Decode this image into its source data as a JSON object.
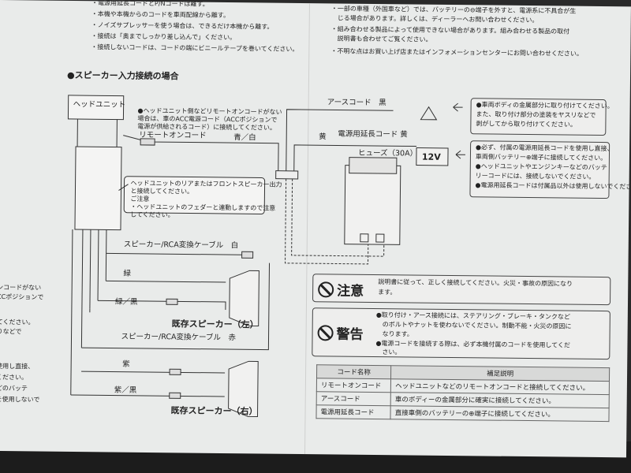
{
  "top_notes_left": [
    "・電源用延長コードとP/Nコードは離す。",
    "・本機や本機からのコードを車両配線から離す。",
    "・ノイズサプレッサーを使う場合は、できるだけ本機から離す。",
    "・接続は「奥までしっかり差し込んで」ください。",
    "・接続しないコードは、コードの端にビニールテープを巻いてください。"
  ],
  "top_notes_right": [
    "・一部の車種（外国車など）では、バッテリーの⊖端子を外すと、電源系に不具合が生",
    "じる場合があります。詳しくは、ディーラーへお問い合わせください。",
    "・組み合わせる製品によって使用できない場合があります。組み合わせる製品の取付",
    "説明書も合わせてご覧ください。",
    "・不明な点はお買い上げ店またはインフォメーションセンターにお問い合わせください。"
  ],
  "heading": "●スピーカー入力接続の場合",
  "diagram": {
    "head_unit": "ヘッドユニット",
    "head_unit_note": "●ヘッドユニット側などリモートオンコードがない\n場合は、車のACC電源コード（ACCポジションで\n電源が供給されるコード）に接続してください。",
    "remote_cord": "リモートオンコード",
    "remote_color": "青／白",
    "earth_cord": "アースコード　黒",
    "yellow": "黄",
    "power_cord": "電源用延長コード 黄",
    "fuse": "ヒューズ（30A）",
    "battery": "12V",
    "rear_note": "ヘッドユニットのリアまたはフロントスピーカー出力\nと接続してください。\nご注意\n・ヘッドユニットのフェダーと連動しますので注意\nしてください。",
    "rca_white": "スピーカー/RCA変換ケーブル　白",
    "green": "緑",
    "green_black": "緑／黒",
    "speaker_left": "既存スピーカー（左）",
    "rca_red": "スピーカー/RCA変換ケーブル　赤",
    "purple": "紫",
    "purple_black": "紫／黒",
    "speaker_right": "既存スピーカー（右）"
  },
  "earth_notes": [
    "●車両ボディの金属部分に取り付けてください。",
    "また、取り付け部分の塗装をヤスリなどで",
    "剥がしてから取り付けてください。"
  ],
  "power_notes": [
    "●必ず、付属の電源用延長コードを使用し直接、",
    "車両側バッテリー⊕端子に接続してください。",
    "●ヘッドユニットやエンジンキーなどのバッテ",
    "リーコードには、接続しないでください。",
    "●電源用延長コードは付属品以外は使用しないでください。故障の原因となります。"
  ],
  "caution": {
    "label": "注意",
    "lines": [
      "説明書に従って、正しく接続してください。火災・事故の原因になり",
      "ます。"
    ]
  },
  "warning": {
    "label": "警告",
    "lines": [
      "●取り付け・アース接続には、ステアリング・ブレーキ・タンクなど",
      "のボルトやナットを使わないでください。制動不能・火災の原因に",
      "なります。",
      "●電源コードを接続する際は、必ず本機付属のコードを使用してくだ",
      "さい。"
    ]
  },
  "table": {
    "headers": [
      "コード名称",
      "補足説明"
    ],
    "rows": [
      [
        "リモートオンコード",
        "ヘッドユニットなどのリモートオンコードと接続してください。"
      ],
      [
        "アースコード",
        "車のボディーの金属部分に確実に接続してください。"
      ],
      [
        "電源用延長コード",
        "直接車側のバッテリーの⊕端子に接続してください。"
      ]
    ]
  },
  "left_edge": [
    "ンコードがない",
    "CCポジションで",
    "てください。",
    "りなどで",
    "使用し直接、",
    "ください。",
    "どのバッテ",
    "を使用しないで"
  ]
}
